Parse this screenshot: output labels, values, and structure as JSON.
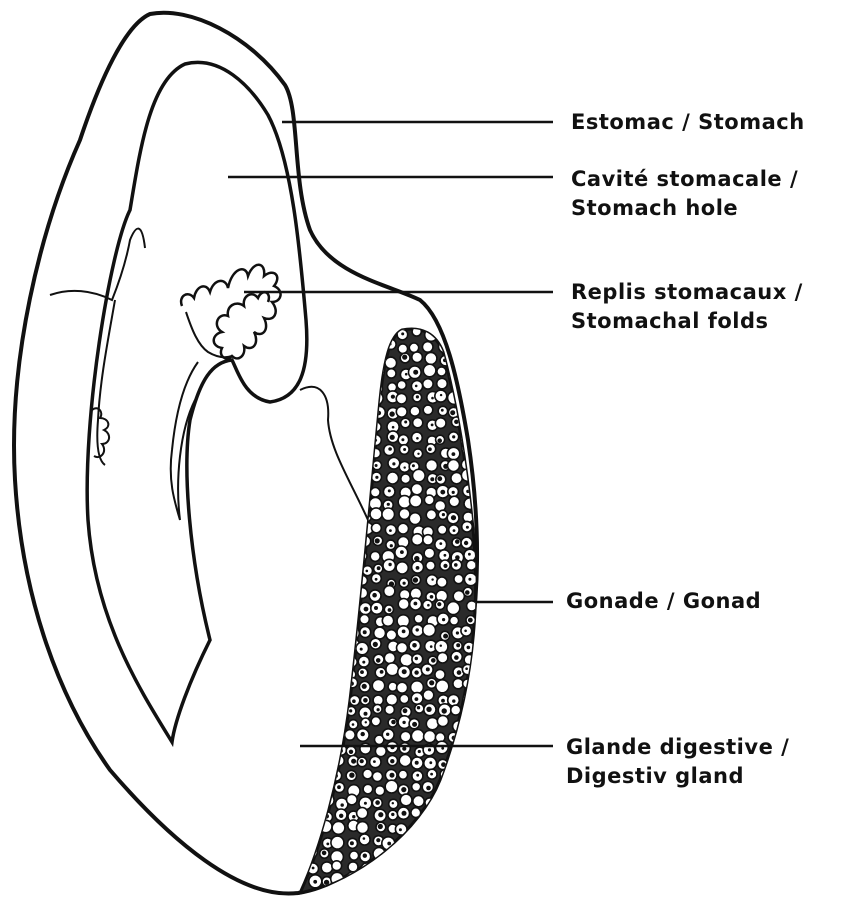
{
  "diagram": {
    "labels": [
      {
        "id": "stomach",
        "lines": [
          "Estomac / Stomach"
        ]
      },
      {
        "id": "cavity",
        "lines": [
          "Cavité stomacale /",
          "Stomach hole"
        ]
      },
      {
        "id": "folds",
        "lines": [
          "Replis stomacaux /",
          "Stomachal folds"
        ]
      },
      {
        "id": "gonad",
        "lines": [
          "Gonade / Gonad"
        ]
      },
      {
        "id": "gland",
        "lines": [
          "Glande digestive /",
          "Digestiv gland"
        ]
      }
    ]
  },
  "colors": {
    "ink": "#111111",
    "background": "#ffffff"
  }
}
